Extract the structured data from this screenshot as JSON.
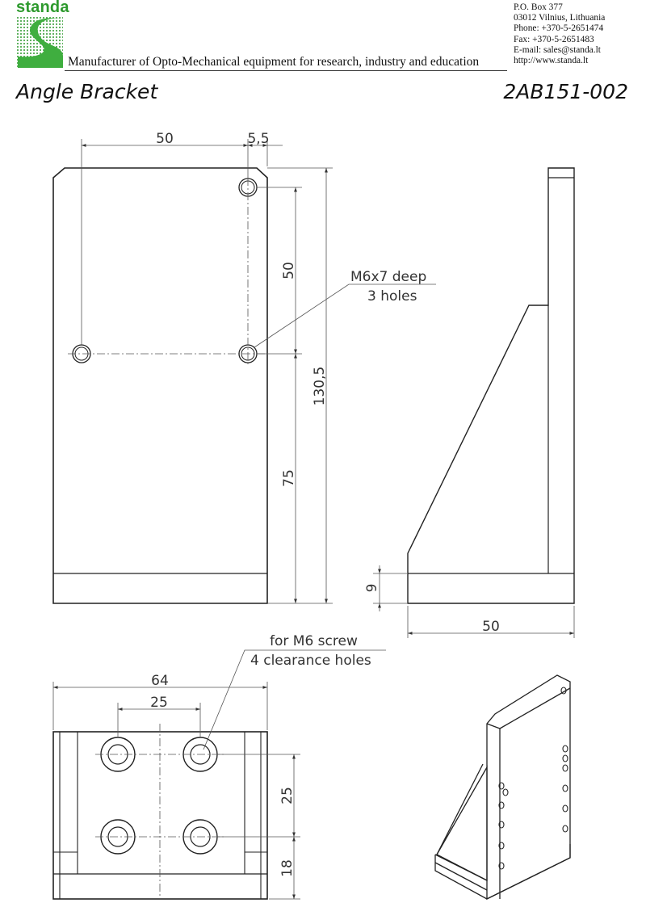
{
  "header": {
    "brand": "standa",
    "tagline": "Manufacturer of Opto-Mechanical equipment for research, industry and education",
    "contact": [
      "P.O. Box 377",
      "03012 Vilnius, Lithuania",
      "Phone: +370-5-2651474",
      "Fax: +370-5-2651483",
      "E-mail: sales@standa.lt",
      "http://www.standa.lt"
    ],
    "brand_color": "#2e9a2e"
  },
  "drawing": {
    "title": "Angle Bracket",
    "part_number": "2AB151-002",
    "front_view": {
      "dim_top_width": "50",
      "dim_top_offset": "5,5",
      "dim_hole_spacing": "50",
      "dim_lower": "75",
      "dim_height": "130,5",
      "note_line1": "M6x7 deep",
      "note_line2": "3 holes"
    },
    "side_view": {
      "dim_base_thickness": "9",
      "dim_width": "50"
    },
    "bottom_view": {
      "note_line1": "for M6 screw",
      "note_line2": "4 clearance holes",
      "dim_total_width": "64",
      "dim_hole_spacing_x": "25",
      "dim_hole_spacing_y": "25",
      "dim_edge_offset": "18"
    }
  }
}
